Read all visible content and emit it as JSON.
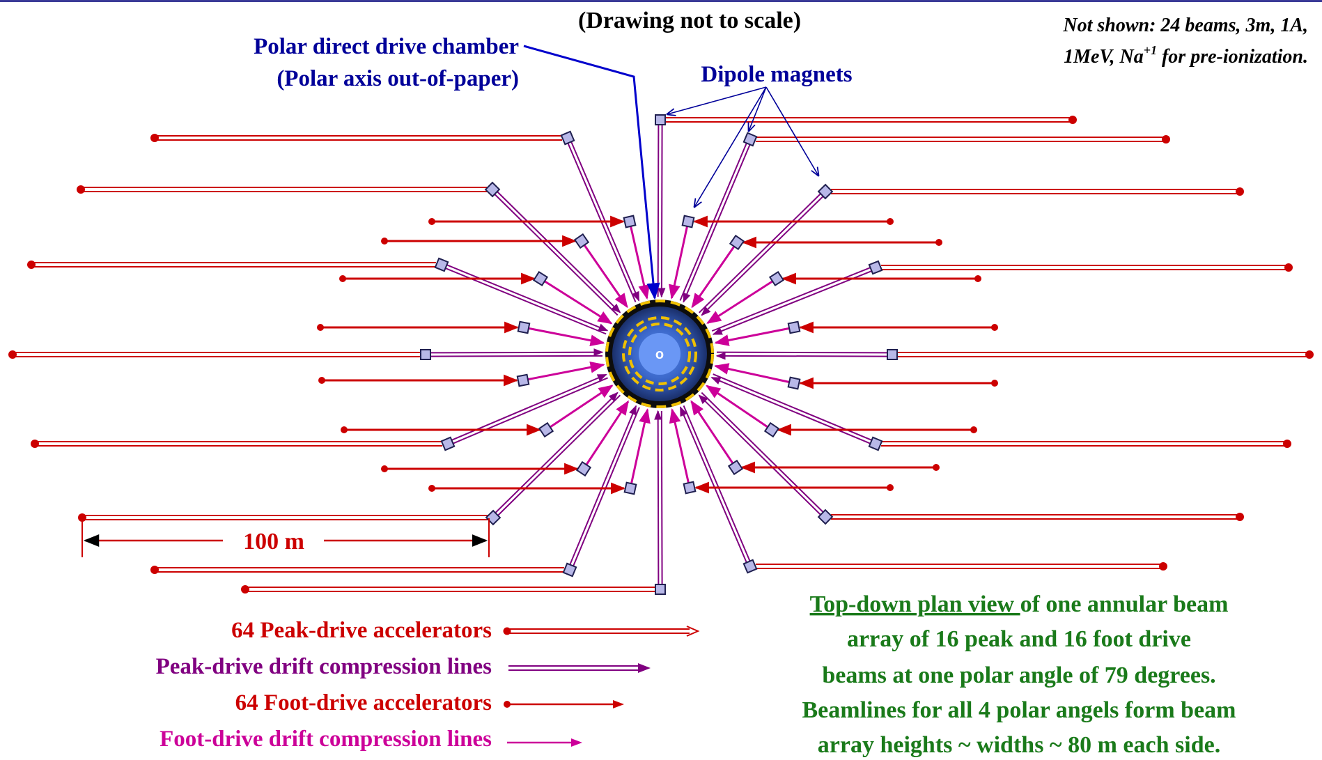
{
  "header": {
    "note_scale": "(Drawing not to scale)",
    "note_not_shown_line1": "Not shown: 24 beams, 3m, 1A,",
    "note_not_shown_line2": "1MeV, Na",
    "note_not_shown_sup": "+1",
    "note_not_shown_line2_tail": "  for pre-ionization."
  },
  "labels": {
    "chamber_line1": "Polar direct drive chamber",
    "chamber_line2": "(Polar axis out-of-paper)",
    "dipole": "Dipole magnets",
    "scale": "100 m",
    "center_mark": "o"
  },
  "legend": [
    {
      "text": "64 Peak-drive accelerators",
      "color": "#cc0000",
      "kind": "peak-acc"
    },
    {
      "text": "Peak-drive drift compression lines",
      "color": "#800080",
      "kind": "peak-drift"
    },
    {
      "text": "64 Foot-drive accelerators",
      "color": "#cc0000",
      "kind": "foot-acc"
    },
    {
      "text": "Foot-drive drift compression lines",
      "color": "#cc0099",
      "kind": "foot-drift"
    }
  ],
  "caption": {
    "underlined": "Top-down plan view ",
    "line1_rest": "of one annular beam",
    "line2": "array of 16 peak and 16 foot drive",
    "line3": "beams at one polar angle of 79 degrees.",
    "line4": "Beamlines for all 4 polar angels form beam",
    "line5": "array heights ~ widths ~ 80 m each side."
  },
  "colors": {
    "accelerator": "#cc0000",
    "peak_drift": "#800080",
    "foot_drift": "#cc0099",
    "chamber_label": "#000099",
    "dipole_label": "#000099",
    "caption": "#1a7a1a",
    "chamber_fill": "#3366cc",
    "chamber_ring": "#f0c000",
    "magnet_fill": "#b0b0e0"
  }
}
